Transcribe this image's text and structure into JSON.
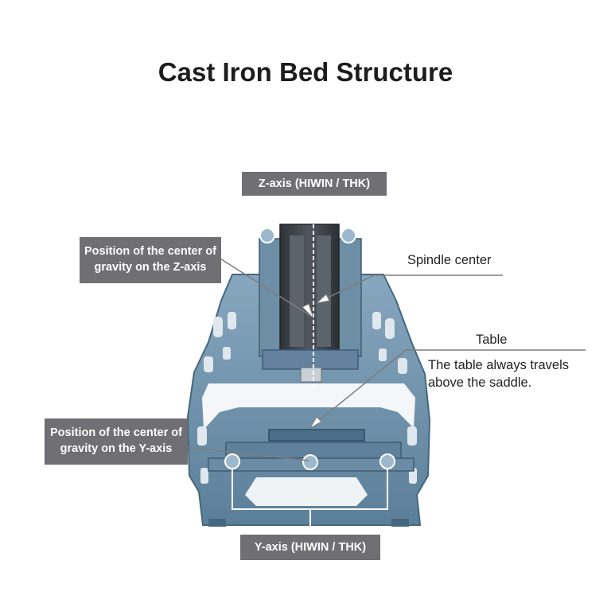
{
  "title": "Cast Iron Bed Structure",
  "labels": {
    "z_axis": "Z-axis (HIWIN / THK)",
    "z_gravity_line1": "Position of the center of",
    "z_gravity_line2": "gravity on the Z-axis",
    "spindle_center": "Spindle center",
    "table": "Table",
    "table_note_line1": "The table always travels",
    "table_note_line2": "above the saddle.",
    "y_gravity_line1": "Position of the center of",
    "y_gravity_line2": "gravity on the Y-axis",
    "y_axis": "Y-axis (HIWIN / THK)"
  },
  "colors": {
    "frame": "#6f93ad",
    "frame_dark": "#45677f",
    "frame_light": "#9bb8cc",
    "column": "#3c4147",
    "tag_bg": "#6f6f74",
    "leader": "#8a8a8a"
  }
}
